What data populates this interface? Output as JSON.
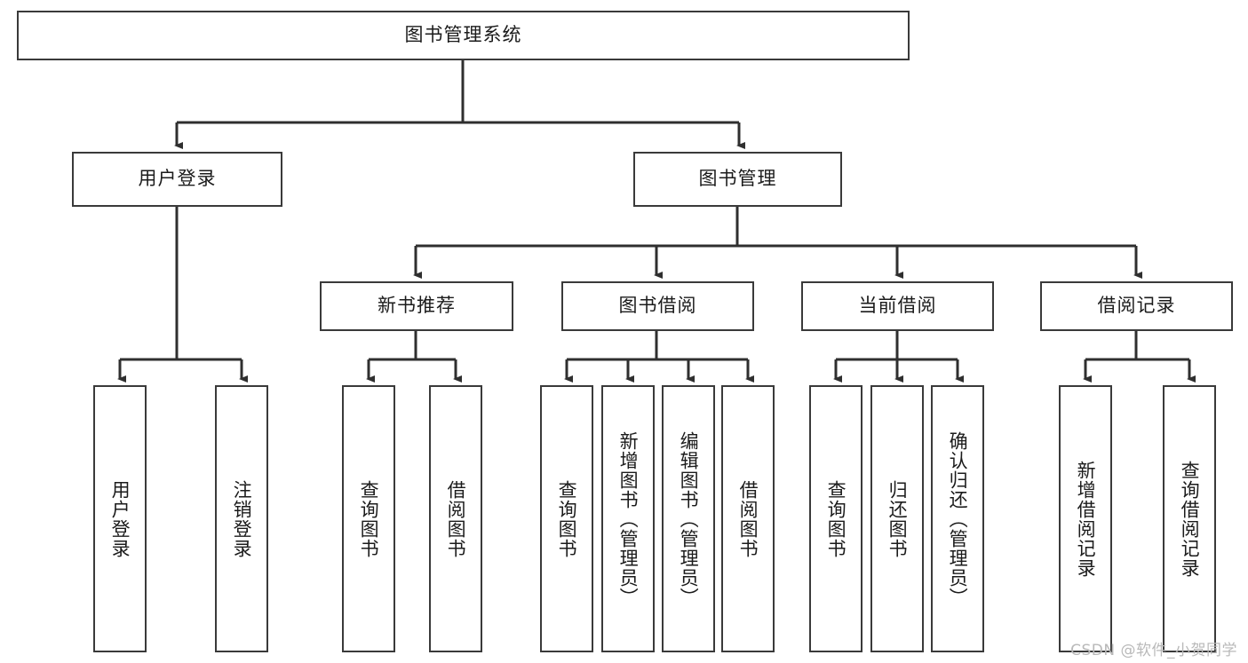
{
  "diagram": {
    "type": "hierarchy-tree",
    "title": "图书管理系统",
    "root": {
      "id": "root",
      "label": "图书管理系统",
      "orientation": "horizontal"
    },
    "level1": [
      {
        "id": "user-login",
        "label": "用户登录",
        "orientation": "horizontal"
      },
      {
        "id": "book-manage",
        "label": "图书管理",
        "orientation": "horizontal"
      }
    ],
    "level2": [
      {
        "id": "new-book-recommend",
        "label": "新书推荐",
        "orientation": "horizontal",
        "parent": "book-manage"
      },
      {
        "id": "book-borrow",
        "label": "图书借阅",
        "orientation": "horizontal",
        "parent": "book-manage"
      },
      {
        "id": "current-borrow",
        "label": "当前借阅",
        "orientation": "horizontal",
        "parent": "book-manage"
      },
      {
        "id": "borrow-record",
        "label": "借阅记录",
        "orientation": "horizontal",
        "parent": "book-manage"
      }
    ],
    "leaves": [
      {
        "id": "leaf-user-login",
        "label": "用户登录",
        "orientation": "vertical",
        "parent": "user-login"
      },
      {
        "id": "leaf-logout-login",
        "label": "注销登录",
        "orientation": "vertical",
        "parent": "user-login"
      },
      {
        "id": "leaf-query-book-1",
        "label": "查询图书",
        "orientation": "vertical",
        "parent": "new-book-recommend"
      },
      {
        "id": "leaf-borrow-book-1",
        "label": "借阅图书",
        "orientation": "vertical",
        "parent": "new-book-recommend"
      },
      {
        "id": "leaf-query-book-2",
        "label": "查询图书",
        "orientation": "vertical",
        "parent": "book-borrow"
      },
      {
        "id": "leaf-add-book",
        "label": "新增图书（管理员）",
        "orientation": "vertical",
        "parent": "book-borrow"
      },
      {
        "id": "leaf-edit-book",
        "label": "编辑图书（管理员）",
        "orientation": "vertical",
        "parent": "book-borrow"
      },
      {
        "id": "leaf-borrow-book-2",
        "label": "借阅图书",
        "orientation": "vertical",
        "parent": "book-borrow"
      },
      {
        "id": "leaf-query-book-3",
        "label": "查询图书",
        "orientation": "vertical",
        "parent": "current-borrow"
      },
      {
        "id": "leaf-return-book",
        "label": "归还图书",
        "orientation": "vertical",
        "parent": "current-borrow"
      },
      {
        "id": "leaf-confirm-return",
        "label": "确认归还（管理员）",
        "orientation": "vertical",
        "parent": "current-borrow"
      },
      {
        "id": "leaf-add-record",
        "label": "新增借阅记录",
        "orientation": "vertical",
        "parent": "borrow-record"
      },
      {
        "id": "leaf-query-record",
        "label": "查询借阅记录",
        "orientation": "vertical",
        "parent": "borrow-record"
      }
    ]
  },
  "watermark": {
    "text": "CSDN @软件_小贺同学"
  },
  "colors": {
    "border": "#3a3a3a",
    "text": "#1b1b1b",
    "background": "#ffffff",
    "connector": "#2f2f2f",
    "watermark": "#b9b9b9"
  }
}
